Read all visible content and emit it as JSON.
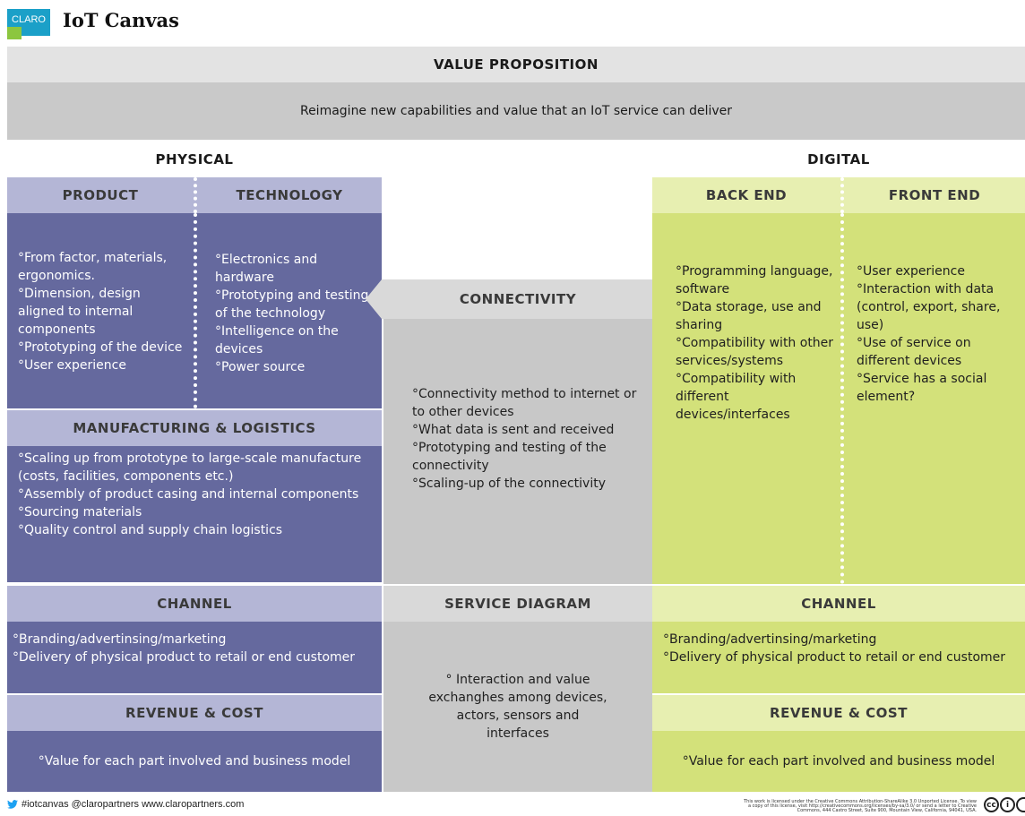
{
  "header": {
    "logo_text": "CLARO",
    "title": "IoT Canvas"
  },
  "value_proposition": {
    "title": "VALUE PROPOSITION",
    "text": "Reimagine  new capabilities and value that an IoT service can deliver"
  },
  "physical": {
    "label": "PHYSICAL",
    "product": {
      "title": "PRODUCT",
      "text": "°From factor, materials, ergonomics.\n°Dimension, design aligned to internal components\n°Prototyping of the device\n°User experience"
    },
    "technology": {
      "title": "TECHNOLOGY",
      "text": "°Electronics and hardware\n°Prototyping and testing of the technology\n°Intelligence on the devices\n°Power source"
    },
    "manufacturing": {
      "title": "MANUFACTURING & LOGISTICS",
      "text": "°Scaling up from prototype to large-scale manufacture (costs, facilities, components etc.)\n°Assembly of product casing and internal components\n°Sourcing materials\n°Quality control and supply chain logistics"
    },
    "channel": {
      "title": "CHANNEL",
      "text": "°Branding/advertinsing/marketing\n°Delivery of physical product to retail or end customer"
    },
    "revenue": {
      "title": "REVENUE & COST",
      "text": "°Value for each part involved and business model"
    }
  },
  "connectivity": {
    "title": "CONNECTIVITY",
    "text": "°Connectivity method to internet or to other devices\n°What data is sent and received\n°Prototyping and testing of the connectivity\n°Scaling-up of the connectivity"
  },
  "service_diagram": {
    "title": "SERVICE DIAGRAM",
    "text": "° Interaction and value exchanghes among devices, actors, sensors and interfaces"
  },
  "digital": {
    "label": "DIGITAL",
    "back_end": {
      "title": "BACK END",
      "text": "°Programming language, software\n°Data storage, use and sharing\n°Compatibility with other services/systems\n°Compatibility with different devices/interfaces"
    },
    "front_end": {
      "title": "FRONT END",
      "text": "°User experience\n°Interaction with data (control, export, share, use)\n°Use of service on different devices\n°Service has a social element?"
    },
    "channel": {
      "title": "CHANNEL",
      "text": "°Branding/advertinsing/marketing\n°Delivery of physical product to retail or end customer"
    },
    "revenue": {
      "title": "REVENUE & COST",
      "text": "°Value for each part involved and business model"
    }
  },
  "footer": {
    "social": "#iotcanvas  @claropartners  www.claropartners.com",
    "license": "This work is licensed under the Creative Commons Attribution-ShareAlike 3.0 Unported License. To view a copy of this license, visit http://creativecommons.org/licenses/by-sa/3.0/ or send a letter to Creative Commons, 444 Castro Street, Suite 900, Mountain View, California, 94041, USA.",
    "cc_icons": [
      "cc",
      "by",
      "sa"
    ]
  },
  "colors": {
    "physical_header": "#b4b6d6",
    "physical_body": "#65699e",
    "center_header": "#d9d9d9",
    "center_body": "#c8c8c8",
    "digital_header": "#e7efb1",
    "digital_body": "#d3e17a",
    "twitter": "#1da1f2"
  }
}
